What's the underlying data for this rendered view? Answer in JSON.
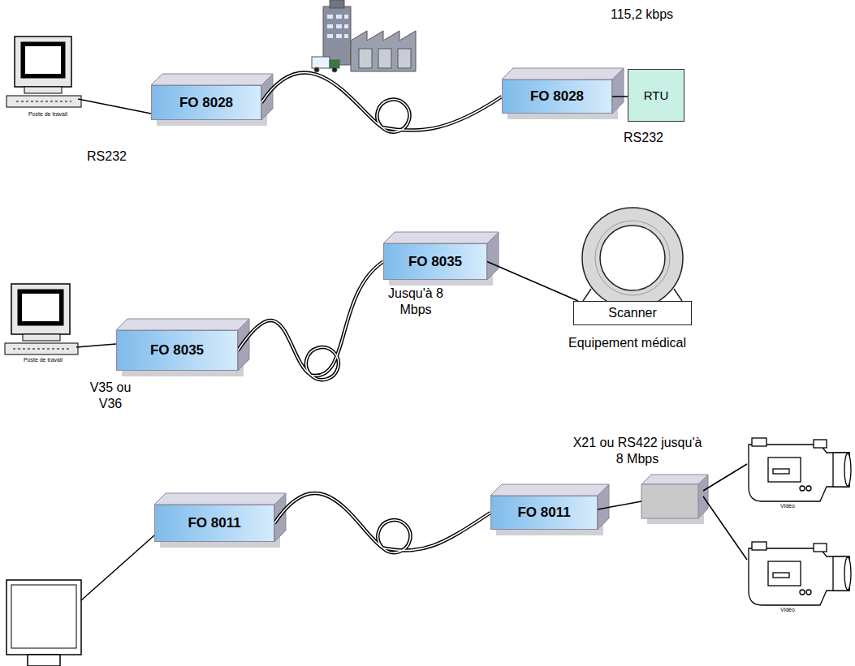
{
  "diagram": {
    "nodes": [
      {
        "text": [
          "FO 8028"
        ]
      },
      {
        "text": [
          "FO 8028"
        ]
      },
      {
        "text": [
          "RTU"
        ]
      },
      {
        "text": [
          "FO 8035"
        ]
      },
      {
        "text": [
          "Scanner"
        ]
      },
      {
        "text": [
          "FO 8035"
        ]
      },
      {
        "text": [
          "FO 8011"
        ]
      },
      {
        "text": [
          "FO 8011"
        ]
      }
    ],
    "edges": [
      {
        "from": 0,
        "to": 1,
        "arrow": "none"
      },
      {
        "from": 1,
        "to": 2,
        "arrow": "none"
      },
      {
        "from": 5,
        "to": 3,
        "arrow": "none"
      },
      {
        "from": 3,
        "to": 4,
        "arrow": "none"
      },
      {
        "from": 7,
        "to": 6,
        "arrow": "none"
      }
    ],
    "labels": [
      "115,2 kbps",
      "RS232",
      "RS232",
      "Poste de travail",
      "Jusqu'à 8 Mbps",
      "Equipement médical",
      "V35 ou V36",
      "Poste de travail",
      "X21 ou RS422 jusqu'à 8 Mbps",
      "Vidéo",
      "Vidéo"
    ]
  }
}
